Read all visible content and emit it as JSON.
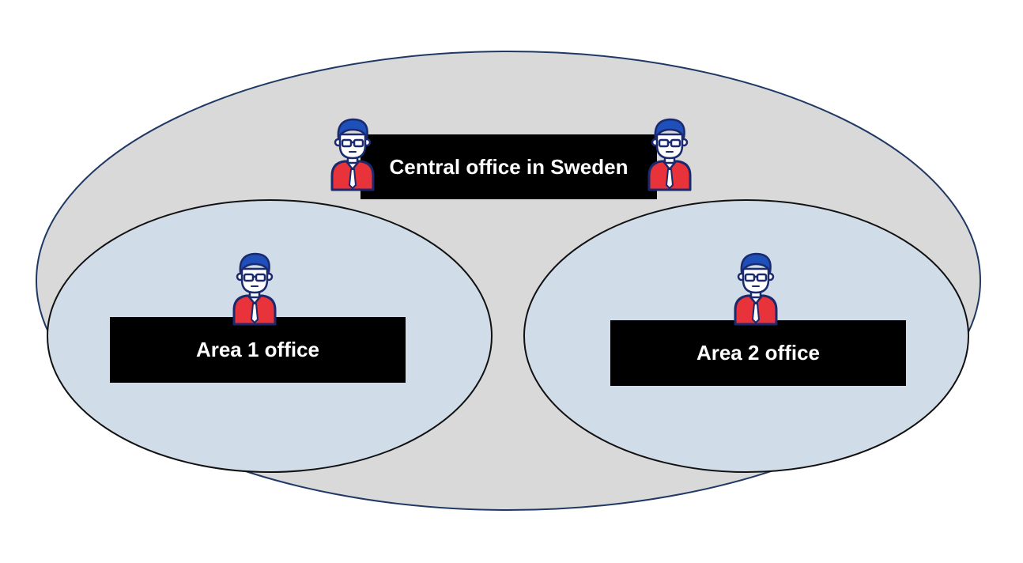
{
  "diagram": {
    "central_office": {
      "label": "Central office in Sweden",
      "person_icons": 2
    },
    "area_1_office": {
      "label": "Area 1 office",
      "person_icons": 1
    },
    "area_2_office": {
      "label": "Area 2 office",
      "person_icons": 1
    }
  },
  "colors": {
    "outer_ellipse_fill": "#d9d9d9",
    "outer_ellipse_stroke": "#1f3864",
    "inner_ellipse_fill": "#d0dde8",
    "inner_ellipse_stroke": "#111111",
    "label_box_fill": "#000000",
    "label_text": "#ffffff",
    "person_hair": "#1f4fb8",
    "person_shirt": "#e8333b",
    "person_outline": "#1a2a6c"
  },
  "icons": [
    "person-icon"
  ]
}
